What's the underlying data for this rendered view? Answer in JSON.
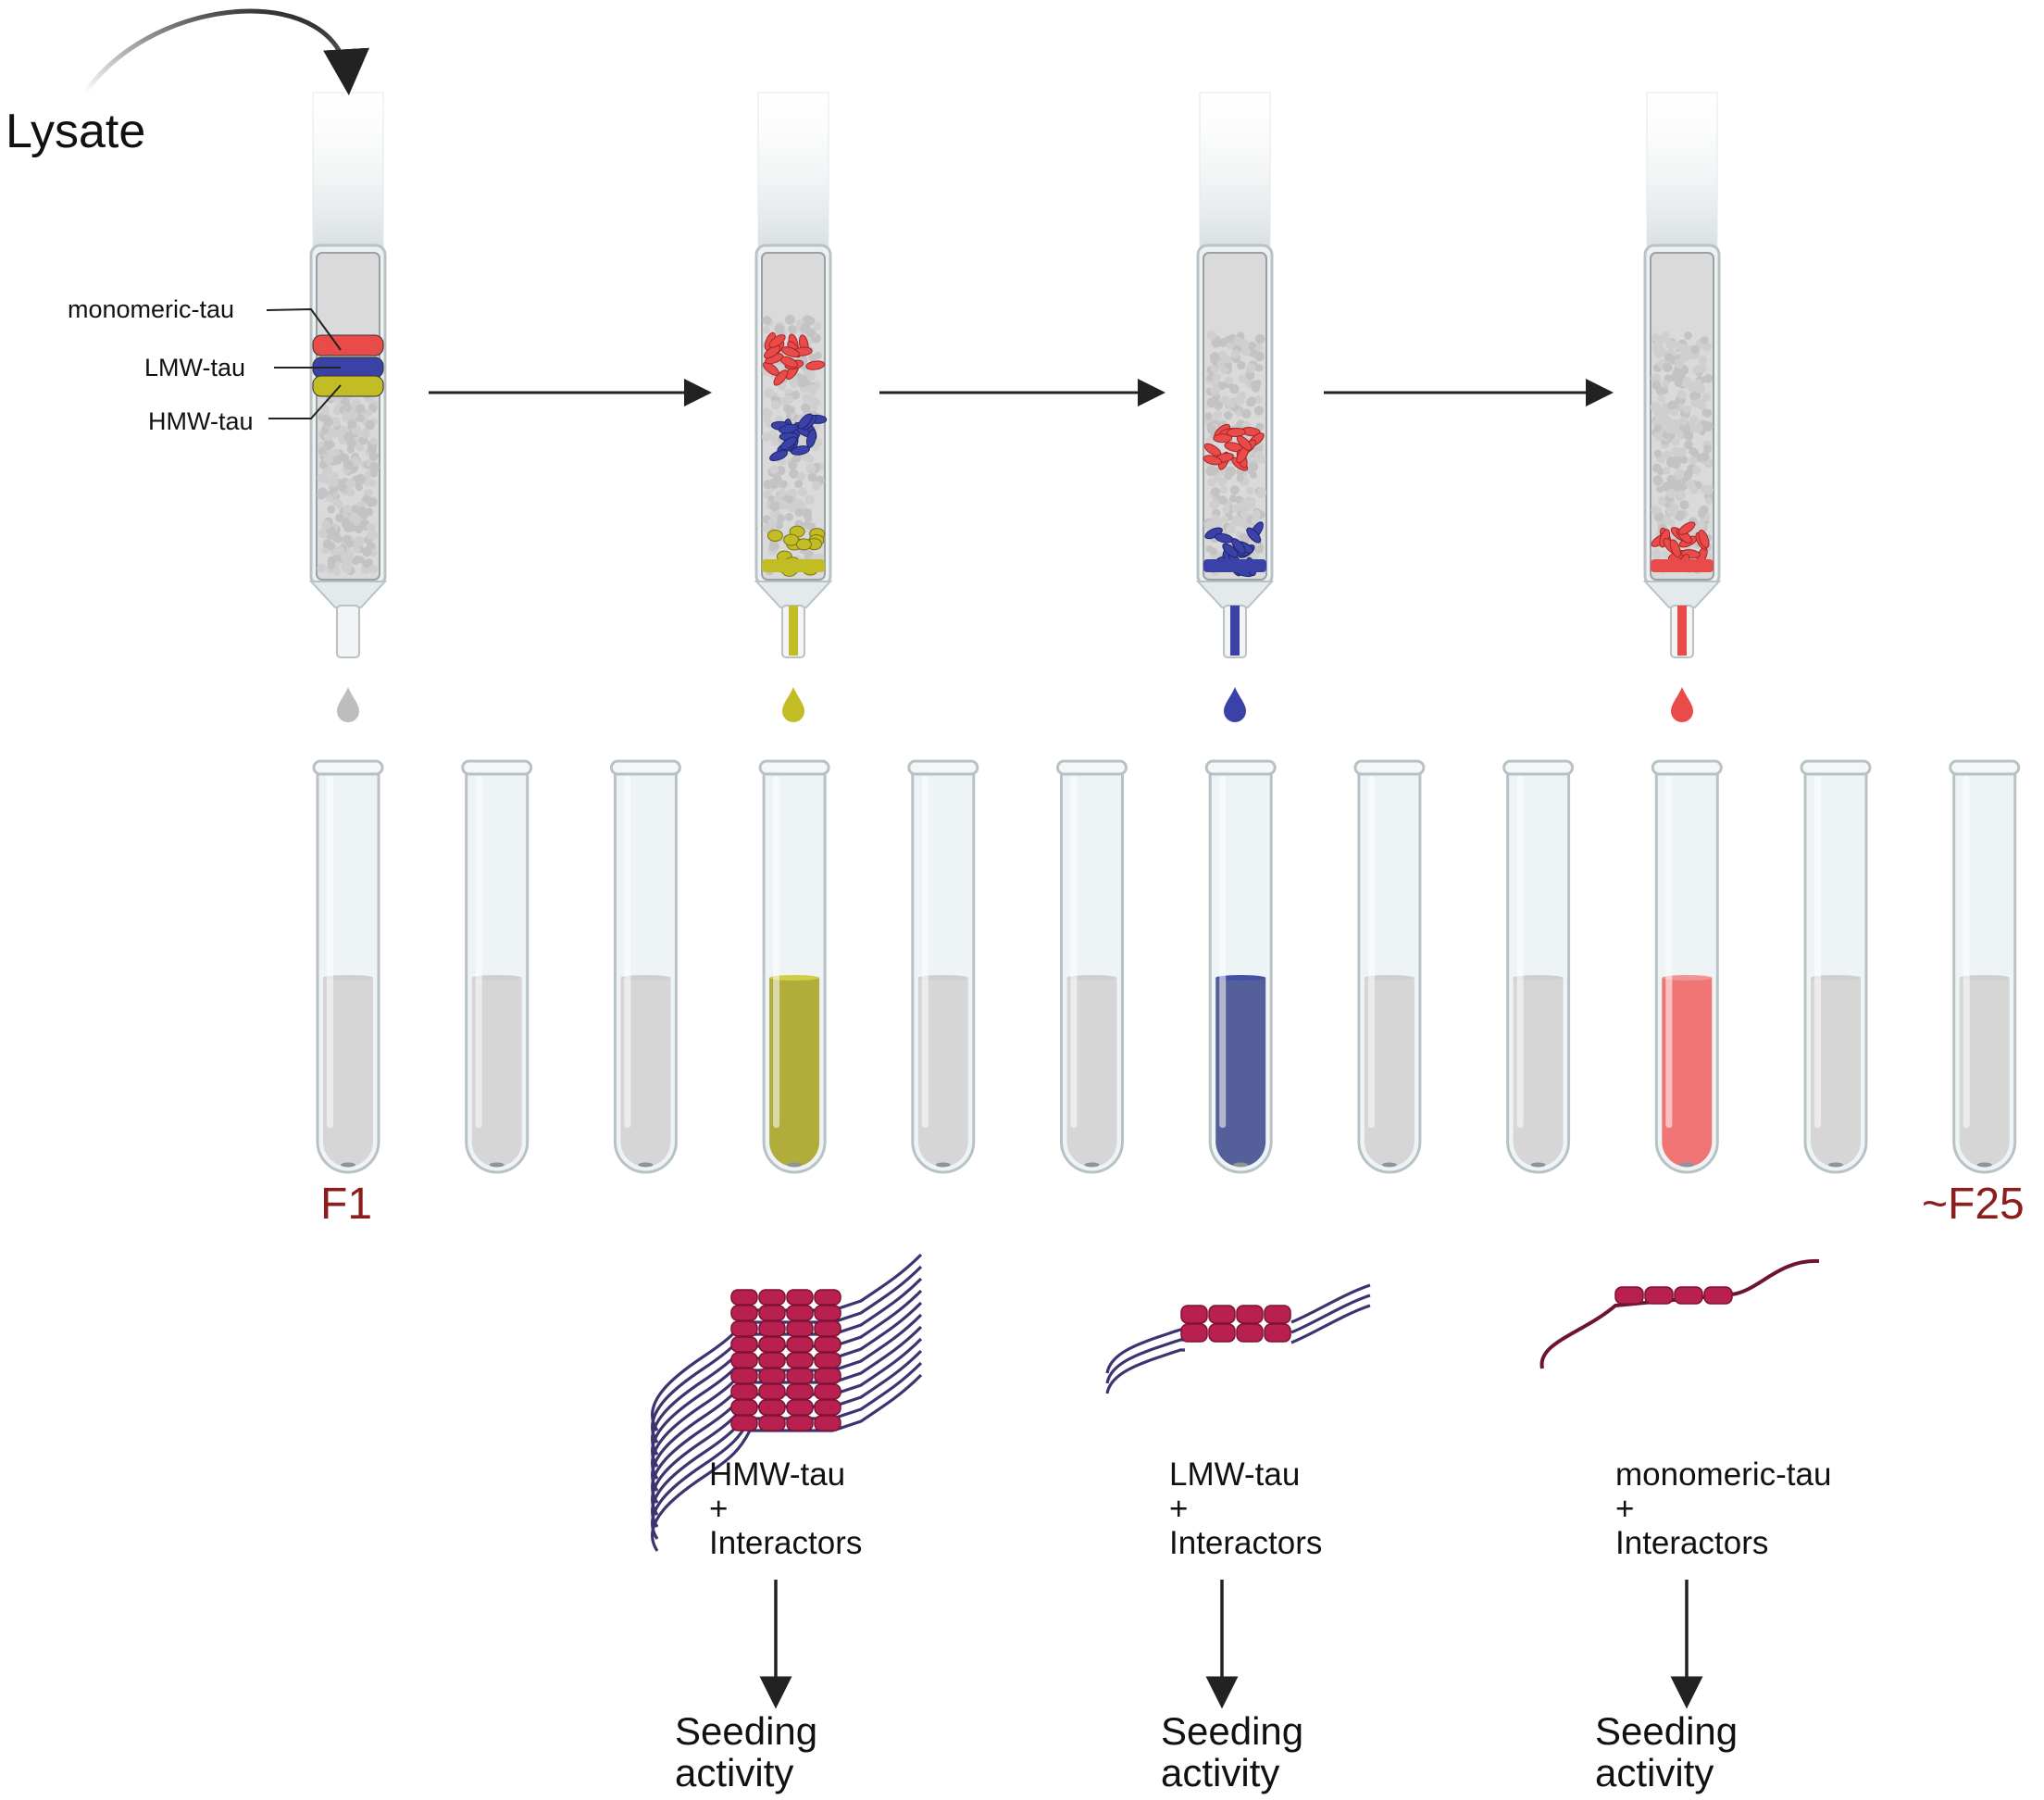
{
  "title": "Lysate",
  "band_labels": {
    "monomeric": "monomeric-tau",
    "lmw": "LMW-tau",
    "hmw": "HMW-tau"
  },
  "fraction_labels": {
    "first": "F1",
    "last": "~F25"
  },
  "species": [
    {
      "name": "HMW-tau",
      "plus": "+",
      "interactors": "Interactors",
      "seeding_1": "Seeding",
      "seeding_2": "activity",
      "color": "#c2bd24"
    },
    {
      "name": "LMW-tau",
      "plus": "+",
      "interactors": "Interactors",
      "seeding_1": "Seeding",
      "seeding_2": "activity",
      "color": "#3a42a8"
    },
    {
      "name": "monomeric-tau",
      "plus": "+",
      "interactors": "Interactors",
      "seeding_1": "Seeding",
      "seeding_2": "activity",
      "color": "#e94a4a"
    }
  ],
  "colors": {
    "hmw": "#c2bd24",
    "lmw": "#3a42a8",
    "monomeric": "#e94a4a",
    "fraction_grey": "#d8d8d8",
    "label_red": "#8c1d1d",
    "fibril": "#b8204f",
    "strand": "#3b3470"
  },
  "tubes": {
    "count": 12,
    "fills": [
      "grey",
      "grey",
      "grey",
      "hmw",
      "grey",
      "grey",
      "lmw",
      "grey",
      "grey",
      "monomeric",
      "grey",
      "grey"
    ]
  },
  "columns": [
    {
      "stage": "load"
    },
    {
      "stage": "hmw-eluting"
    },
    {
      "stage": "lmw-eluting"
    },
    {
      "stage": "monomeric-eluting"
    }
  ]
}
